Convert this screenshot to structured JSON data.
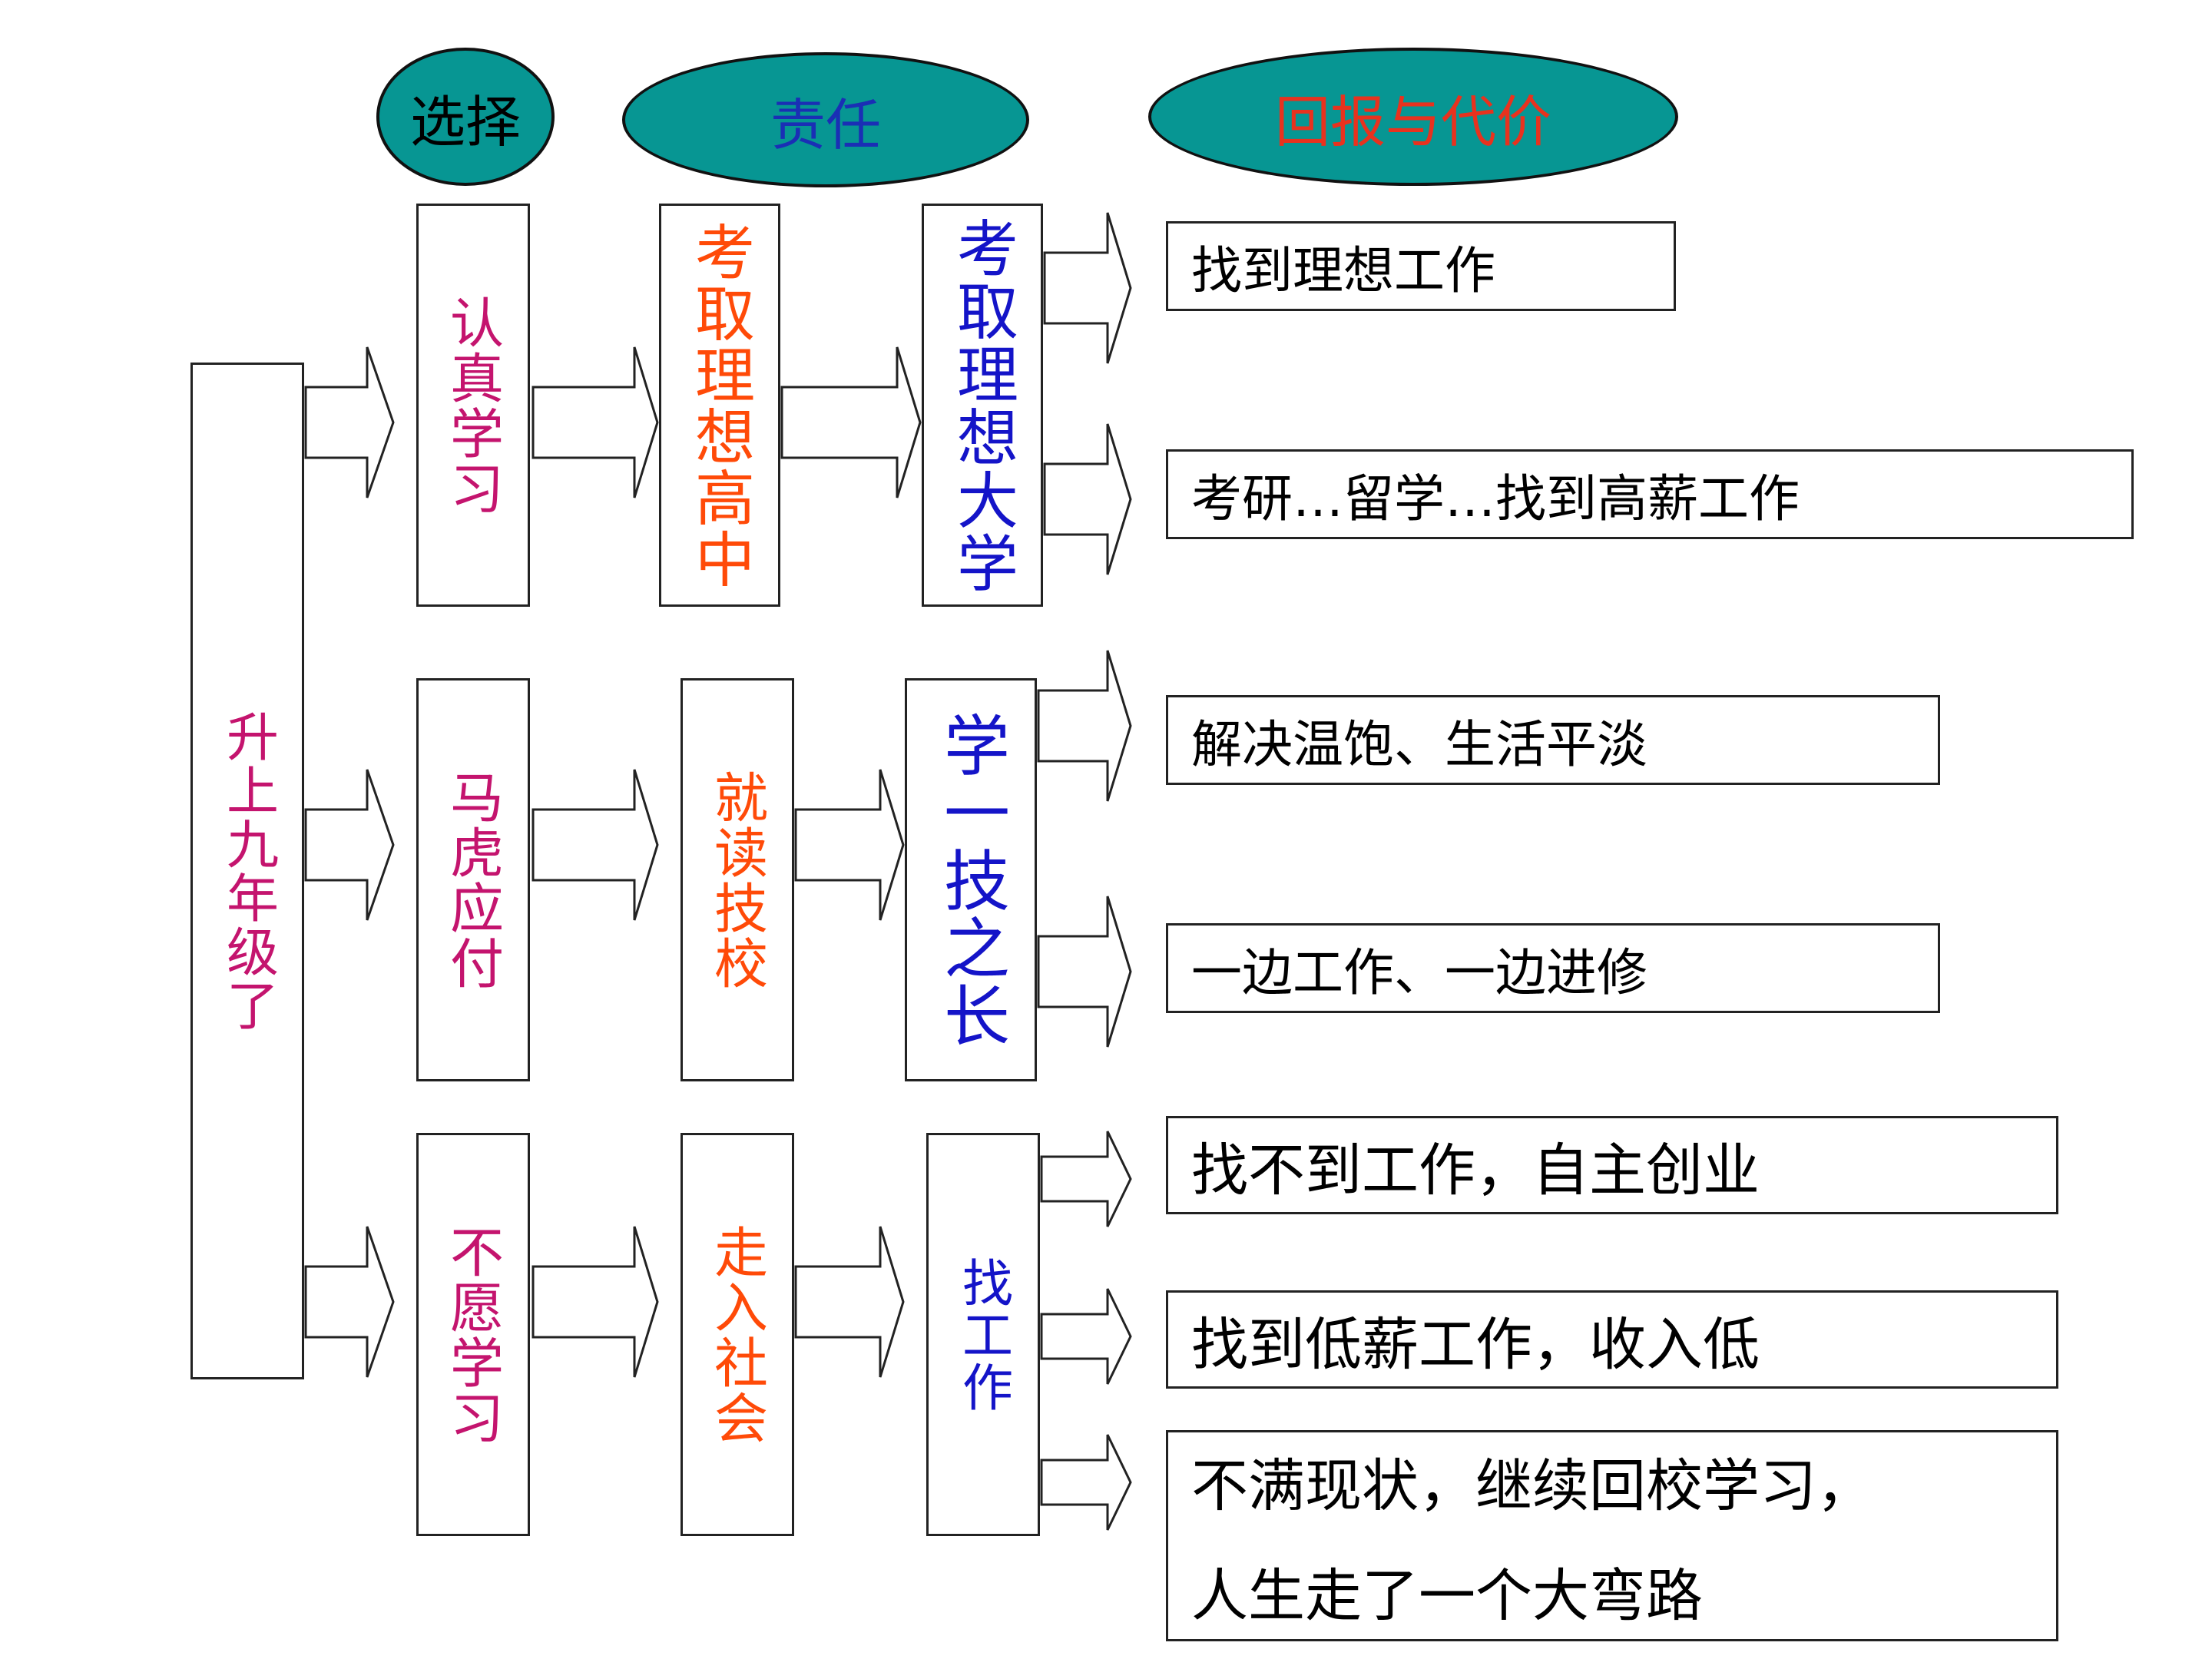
{
  "headers": [
    {
      "text": "选择",
      "color": "#000000"
    },
    {
      "text": "责任",
      "color": "#1a2fb5"
    },
    {
      "text": "回报与代价",
      "color": "#e8321e"
    }
  ],
  "root": {
    "text": "升上九年级了",
    "color": "#c4146e"
  },
  "choices": [
    {
      "text": "认真学习",
      "color": "#c4146e"
    },
    {
      "text": "马虎应付",
      "color": "#c4146e"
    },
    {
      "text": "不愿学习",
      "color": "#c4146e"
    }
  ],
  "responsibilities": [
    {
      "text": "考取理想高中",
      "color": "#ff4a08"
    },
    {
      "text": "就读技校",
      "color": "#ff4a08"
    },
    {
      "text": "走入社会",
      "color": "#ff4a08"
    }
  ],
  "results": [
    {
      "text": "考取理想大学",
      "color": "#1414c8"
    },
    {
      "text": "学一技之长",
      "color": "#1414c8"
    },
    {
      "text": "找工作",
      "color": "#1414c8"
    }
  ],
  "outcomes": [
    {
      "lines": [
        "找到理想工作"
      ]
    },
    {
      "lines": [
        "考研…留学…找到高薪工作"
      ]
    },
    {
      "lines": [
        "解决温饱、生活平淡"
      ]
    },
    {
      "lines": [
        "一边工作、一边进修"
      ]
    },
    {
      "lines": [
        "找不到工作，自主创业"
      ]
    },
    {
      "lines": [
        "找到低薪工作，收入低"
      ]
    },
    {
      "lines": [
        "不满现状，继续回校学习，",
        "人生走了一个大弯路"
      ]
    }
  ]
}
